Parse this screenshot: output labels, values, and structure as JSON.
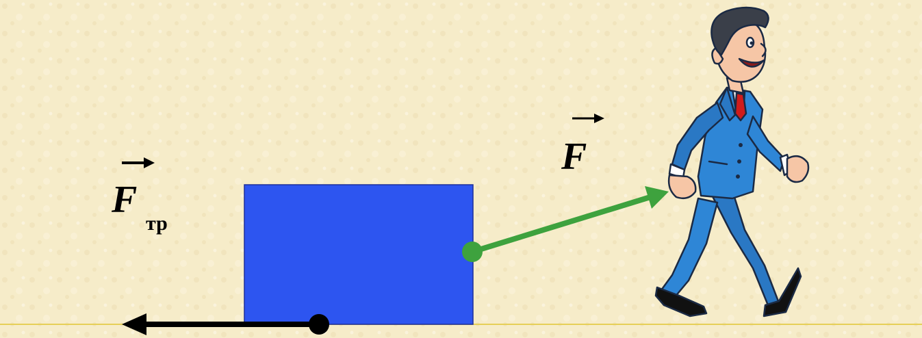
{
  "labels": {
    "applied_force_symbol": "F",
    "friction_force_symbol": "F",
    "friction_force_subscript": "тр"
  },
  "colors": {
    "background": "#f6ecc9",
    "block": "#2d55f0",
    "applied_force_arrow": "#3ea23e",
    "friction_force_arrow": "#000000",
    "ground_line": "#e6cf58",
    "suit": "#2e86d6",
    "hair": "#3a3f49",
    "tie": "#d01c1c"
  }
}
